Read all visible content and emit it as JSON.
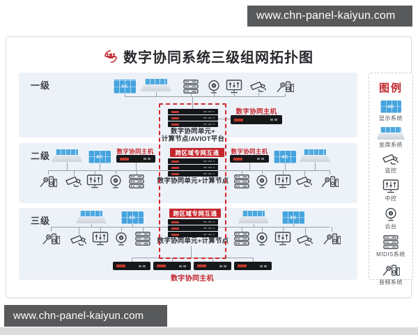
{
  "watermarks": {
    "top": "www.chn-panel-kaiyun.com",
    "bottom": "www.chn-panel-kaiyun.com"
  },
  "header": {
    "title": "数字协同系统三级组网拓扑图"
  },
  "levels": {
    "l1": "一级",
    "l2": "二级",
    "l3": "三级"
  },
  "nodes": {
    "host_label": "数字协同主机",
    "badge_label": "跨区域专网互通",
    "unit_l1_line1": "数字协同单元+",
    "unit_l1_line2": "计算节点/AVIOT平台",
    "unit_l2": "数字协同单元+计算节点",
    "unit_l3": "数字协同单元+计算节点",
    "display_4k": "4K"
  },
  "legend": {
    "title": "图例",
    "items": [
      {
        "name": "display-system",
        "label": "显示系统"
      },
      {
        "name": "seat-system",
        "label": "坐席系统"
      },
      {
        "name": "surveillance",
        "label": "监控"
      },
      {
        "name": "central-control",
        "label": "中控"
      },
      {
        "name": "ptz",
        "label": "云台"
      },
      {
        "name": "midis-system",
        "label": "MIDIS系统"
      },
      {
        "name": "audio-system",
        "label": "音频系统"
      }
    ]
  },
  "colors": {
    "accent_red": "#c5262c",
    "accent_blue": "#45a3de",
    "panel_bg": "#edf2f8",
    "node_black": "#17181a",
    "watermark_bg": "#58595b",
    "line_gray": "#98a1a8"
  }
}
